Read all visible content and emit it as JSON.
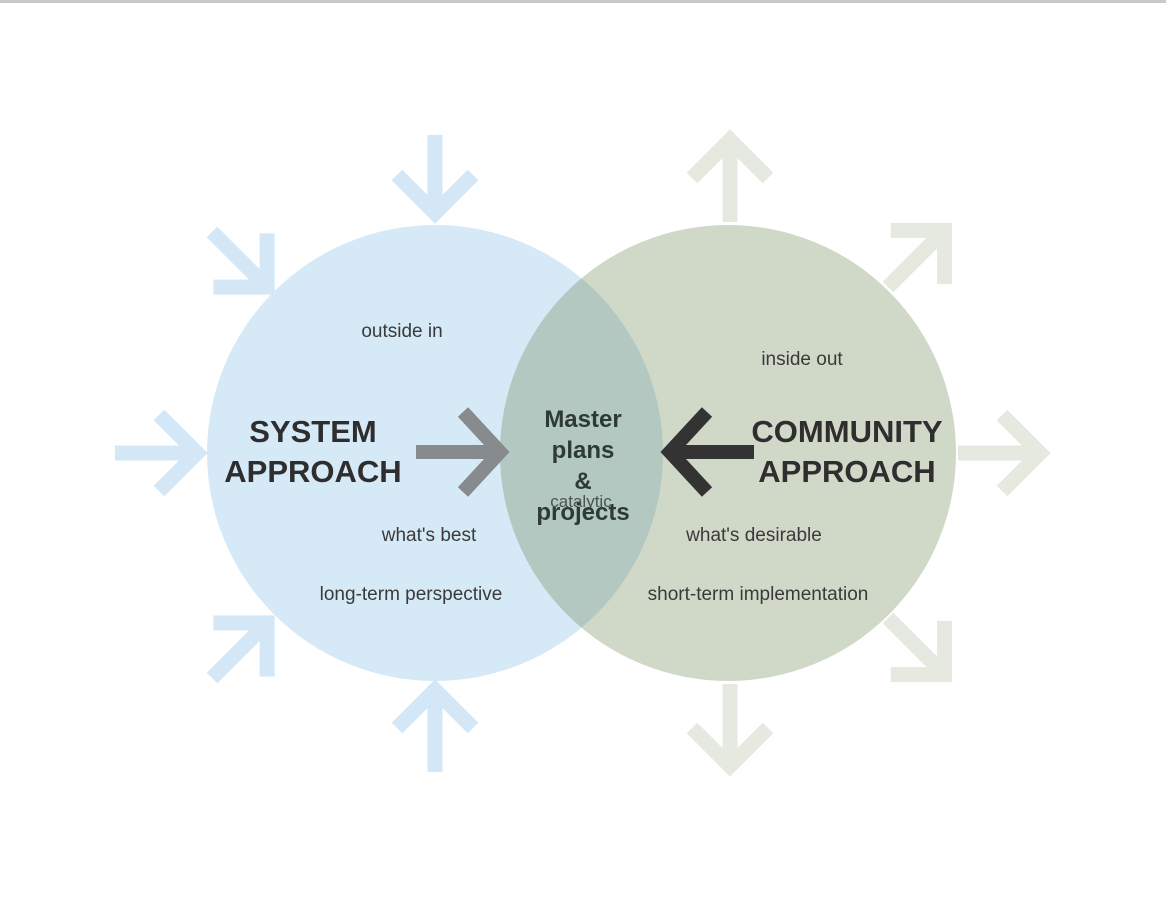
{
  "colors": {
    "system_circle": "#d6e9f7",
    "community_circle": "#d0d8c8",
    "overlap": "#b2c8c0",
    "system_arrows": "#d3e7f6",
    "community_arrows": "#e5e9df",
    "center_arrow_left": "#878b8e",
    "center_arrow_right": "#333333"
  },
  "system": {
    "title_line1": "SYSTEM",
    "title_line2": "APPROACH",
    "label_top": "outside in",
    "label_mid": "what's best",
    "label_bottom": "long-term perspective"
  },
  "community": {
    "title_line1": "COMMUNITY",
    "title_line2": "APPROACH",
    "label_top": "inside out",
    "label_mid": "what's desirable",
    "label_bottom": "short-term implementation"
  },
  "center": {
    "line1": "Master",
    "line2": "plans",
    "line3": "&",
    "line4": "projects",
    "sub": "catalytic"
  }
}
